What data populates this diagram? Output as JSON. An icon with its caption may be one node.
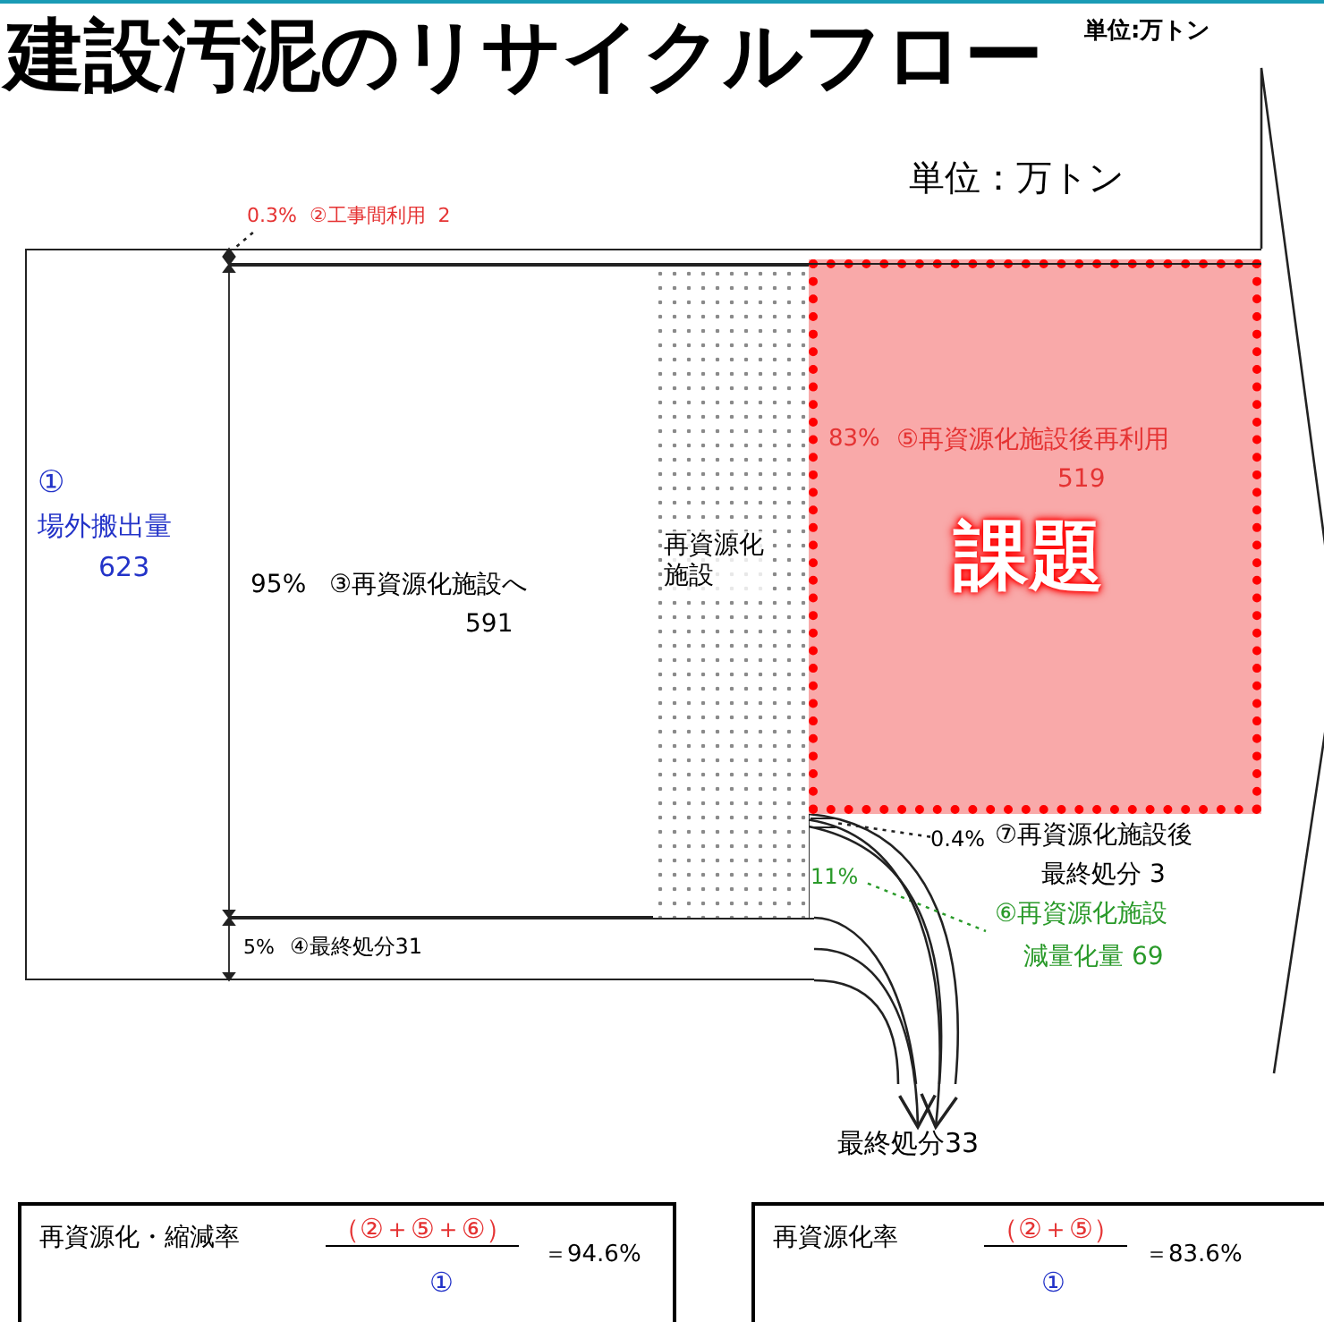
{
  "diagram": {
    "title": "建設汚泥のリサイクルフロー",
    "nodes": [
      {
        "text": [
          "①",
          "場外搬出量",
          "623"
        ]
      },
      {
        "text": [
          "95%",
          "③再資源化施設へ",
          "591"
        ]
      },
      {
        "text": [
          "再資源化施設"
        ]
      },
      {
        "text": [
          "83%",
          "⑤再資源化施設後再利用",
          "519",
          "課題"
        ]
      },
      {
        "text": [
          "5%",
          "④最終処分31"
        ]
      },
      {
        "text": [
          "0.3%  ②工事間利用  2"
        ]
      },
      {
        "text": [],
        "shape": "bar"
      },
      {
        "text": [
          "0.4%",
          "⑦再資源化施設後",
          "最終処分 3"
        ]
      },
      {
        "text": [
          "11%"
        ]
      },
      {
        "text": [
          "⑥再資源化施設",
          "減量化量 69"
        ]
      },
      {
        "text": [
          "最終処分33"
        ]
      },
      {
        "text": [
          "再資源化・縮減率",
          "（②＋⑤＋⑥）",
          "①",
          "＝94.6%"
        ]
      },
      {
        "text": [
          "再資源化率",
          "（②＋⑤）",
          "①",
          "＝83.6%"
        ]
      },
      {
        "text": [],
        "shape": "bar"
      }
    ],
    "edges": [
      {
        "from": 5,
        "to": 6,
        "arrow": "none",
        "style": "dashed"
      },
      {
        "from": 7,
        "to": 13,
        "arrow": "none",
        "style": "dashed"
      },
      {
        "from": 8,
        "to": 9,
        "arrow": "none",
        "style": "dashed",
        "color": "#2a9a2a"
      },
      {
        "from": 4,
        "to": 10,
        "arrow": "to"
      },
      {
        "from": 2,
        "to": 10,
        "arrow": "to"
      }
    ],
    "labels": [
      "単位:万トン",
      "単位：万トン"
    ]
  }
}
